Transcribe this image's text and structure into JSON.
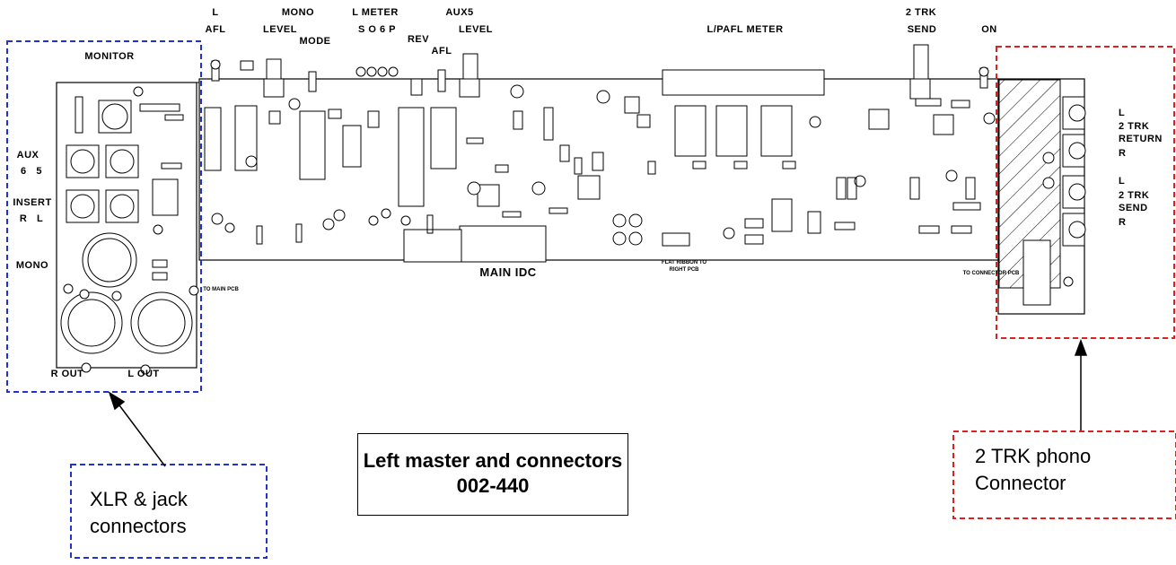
{
  "top_labels": {
    "l": "L",
    "afl_left": "AFL",
    "mono": "MONO",
    "level_left": "LEVEL",
    "mode": "MODE",
    "l_meter": "L METER",
    "meter_sources": "S O 6 P",
    "rev": "REV",
    "afl_mid": "AFL",
    "aux5": "AUX5",
    "level_mid": "LEVEL",
    "lpafl_meter": "L/PAFL METER",
    "two_trk": "2 TRK",
    "send": "SEND",
    "on": "ON"
  },
  "monitor_panel": {
    "monitor": "MONITOR",
    "aux": "AUX",
    "aux_channels": "6   5",
    "insert": "INSERT",
    "insert_channels": "R   L",
    "mono": "MONO",
    "r_out": "R OUT",
    "l_out": "L OUT"
  },
  "right_panel": {
    "l1": "L",
    "return_line1": "2 TRK",
    "return_line2": "RETURN",
    "r1": "R",
    "l2": "L",
    "send_line1": "2 TRK",
    "send_line2": "SEND",
    "r2": "R"
  },
  "board_notes": {
    "main_idc": "MAIN IDC",
    "flat_ribbon_right_1": "FLAT RIBBON TO",
    "flat_ribbon_right_2": "RIGHT PCB",
    "to_main_pcb": "TO MAIN PCB",
    "to_connector_pcb": "TO CONNECTOR PCB"
  },
  "title": {
    "line1": "Left master and connectors",
    "line2": "002-440"
  },
  "callouts": {
    "xlr_line1": "XLR & jack",
    "xlr_line2": "connectors",
    "phono_line1": "2 TRK phono",
    "phono_line2": "Connector"
  },
  "colors": {
    "blue_dash": "#2233cc",
    "red_dash": "#e02020",
    "ink": "#000000"
  }
}
